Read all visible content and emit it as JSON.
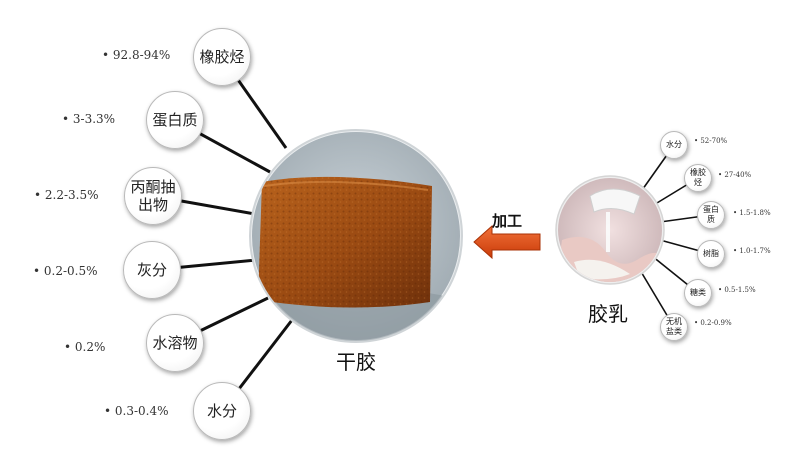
{
  "dry_rubber": {
    "label": "干胶",
    "components": [
      {
        "name": "橡胶烃",
        "value": "• 92.8-94%"
      },
      {
        "name": "蛋白质",
        "value": "• 3-3.3%"
      },
      {
        "name": "丙酮抽出物",
        "value": "• 2.2-3.5%"
      },
      {
        "name": "灰分",
        "value": "• 0.2-0.5%"
      },
      {
        "name": "水溶物",
        "value": "• 0.2%"
      },
      {
        "name": "水分",
        "value": "• 0.3-0.4%"
      }
    ]
  },
  "process": {
    "label": "加工"
  },
  "latex": {
    "label": "胶乳",
    "components": [
      {
        "name": "水分",
        "value": "• 52-70%"
      },
      {
        "name": "橡胶烃",
        "value": "• 27-40%"
      },
      {
        "name": "蛋白质",
        "value": "• 1.5-1.8%"
      },
      {
        "name": "树脂",
        "value": "• 1.0-1.7%"
      },
      {
        "name": "糖类",
        "value": "• 0.5-1.5%"
      },
      {
        "name": "无机盐类",
        "value": "• 0.2-0.9%"
      }
    ]
  },
  "colors": {
    "arrow": "#e04a10",
    "rubber": "#9a4a12",
    "connector": "#111111"
  }
}
